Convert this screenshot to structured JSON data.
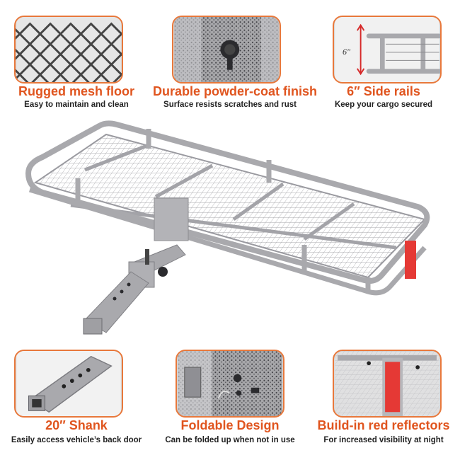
{
  "features_top": [
    {
      "title": "Rugged mesh floor",
      "subtitle": "Easy to maintain and clean",
      "icon": "mesh-floor-image"
    },
    {
      "title": "Durable powder-coat finish",
      "subtitle": "Surface resists scratches and rust",
      "icon": "powder-coat-image"
    },
    {
      "title": "6″ Side rails",
      "subtitle": "Keep your cargo secured",
      "icon": "side-rails-image",
      "measure": "6″"
    }
  ],
  "features_bottom": [
    {
      "title": "20″  Shank",
      "subtitle": "Easily access vehicle’s back door",
      "icon": "shank-image"
    },
    {
      "title": "Foldable Design",
      "subtitle": "Can be folded up when not in use",
      "icon": "folding-hinge-image"
    },
    {
      "title": "Build-in red reflectors",
      "subtitle": "For increased visibility at night",
      "icon": "reflector-image"
    }
  ],
  "colors": {
    "accent": "#e0551f",
    "frame_border": "#e8783b",
    "steel": "#a9a9ad",
    "reflector": "#e53935"
  }
}
